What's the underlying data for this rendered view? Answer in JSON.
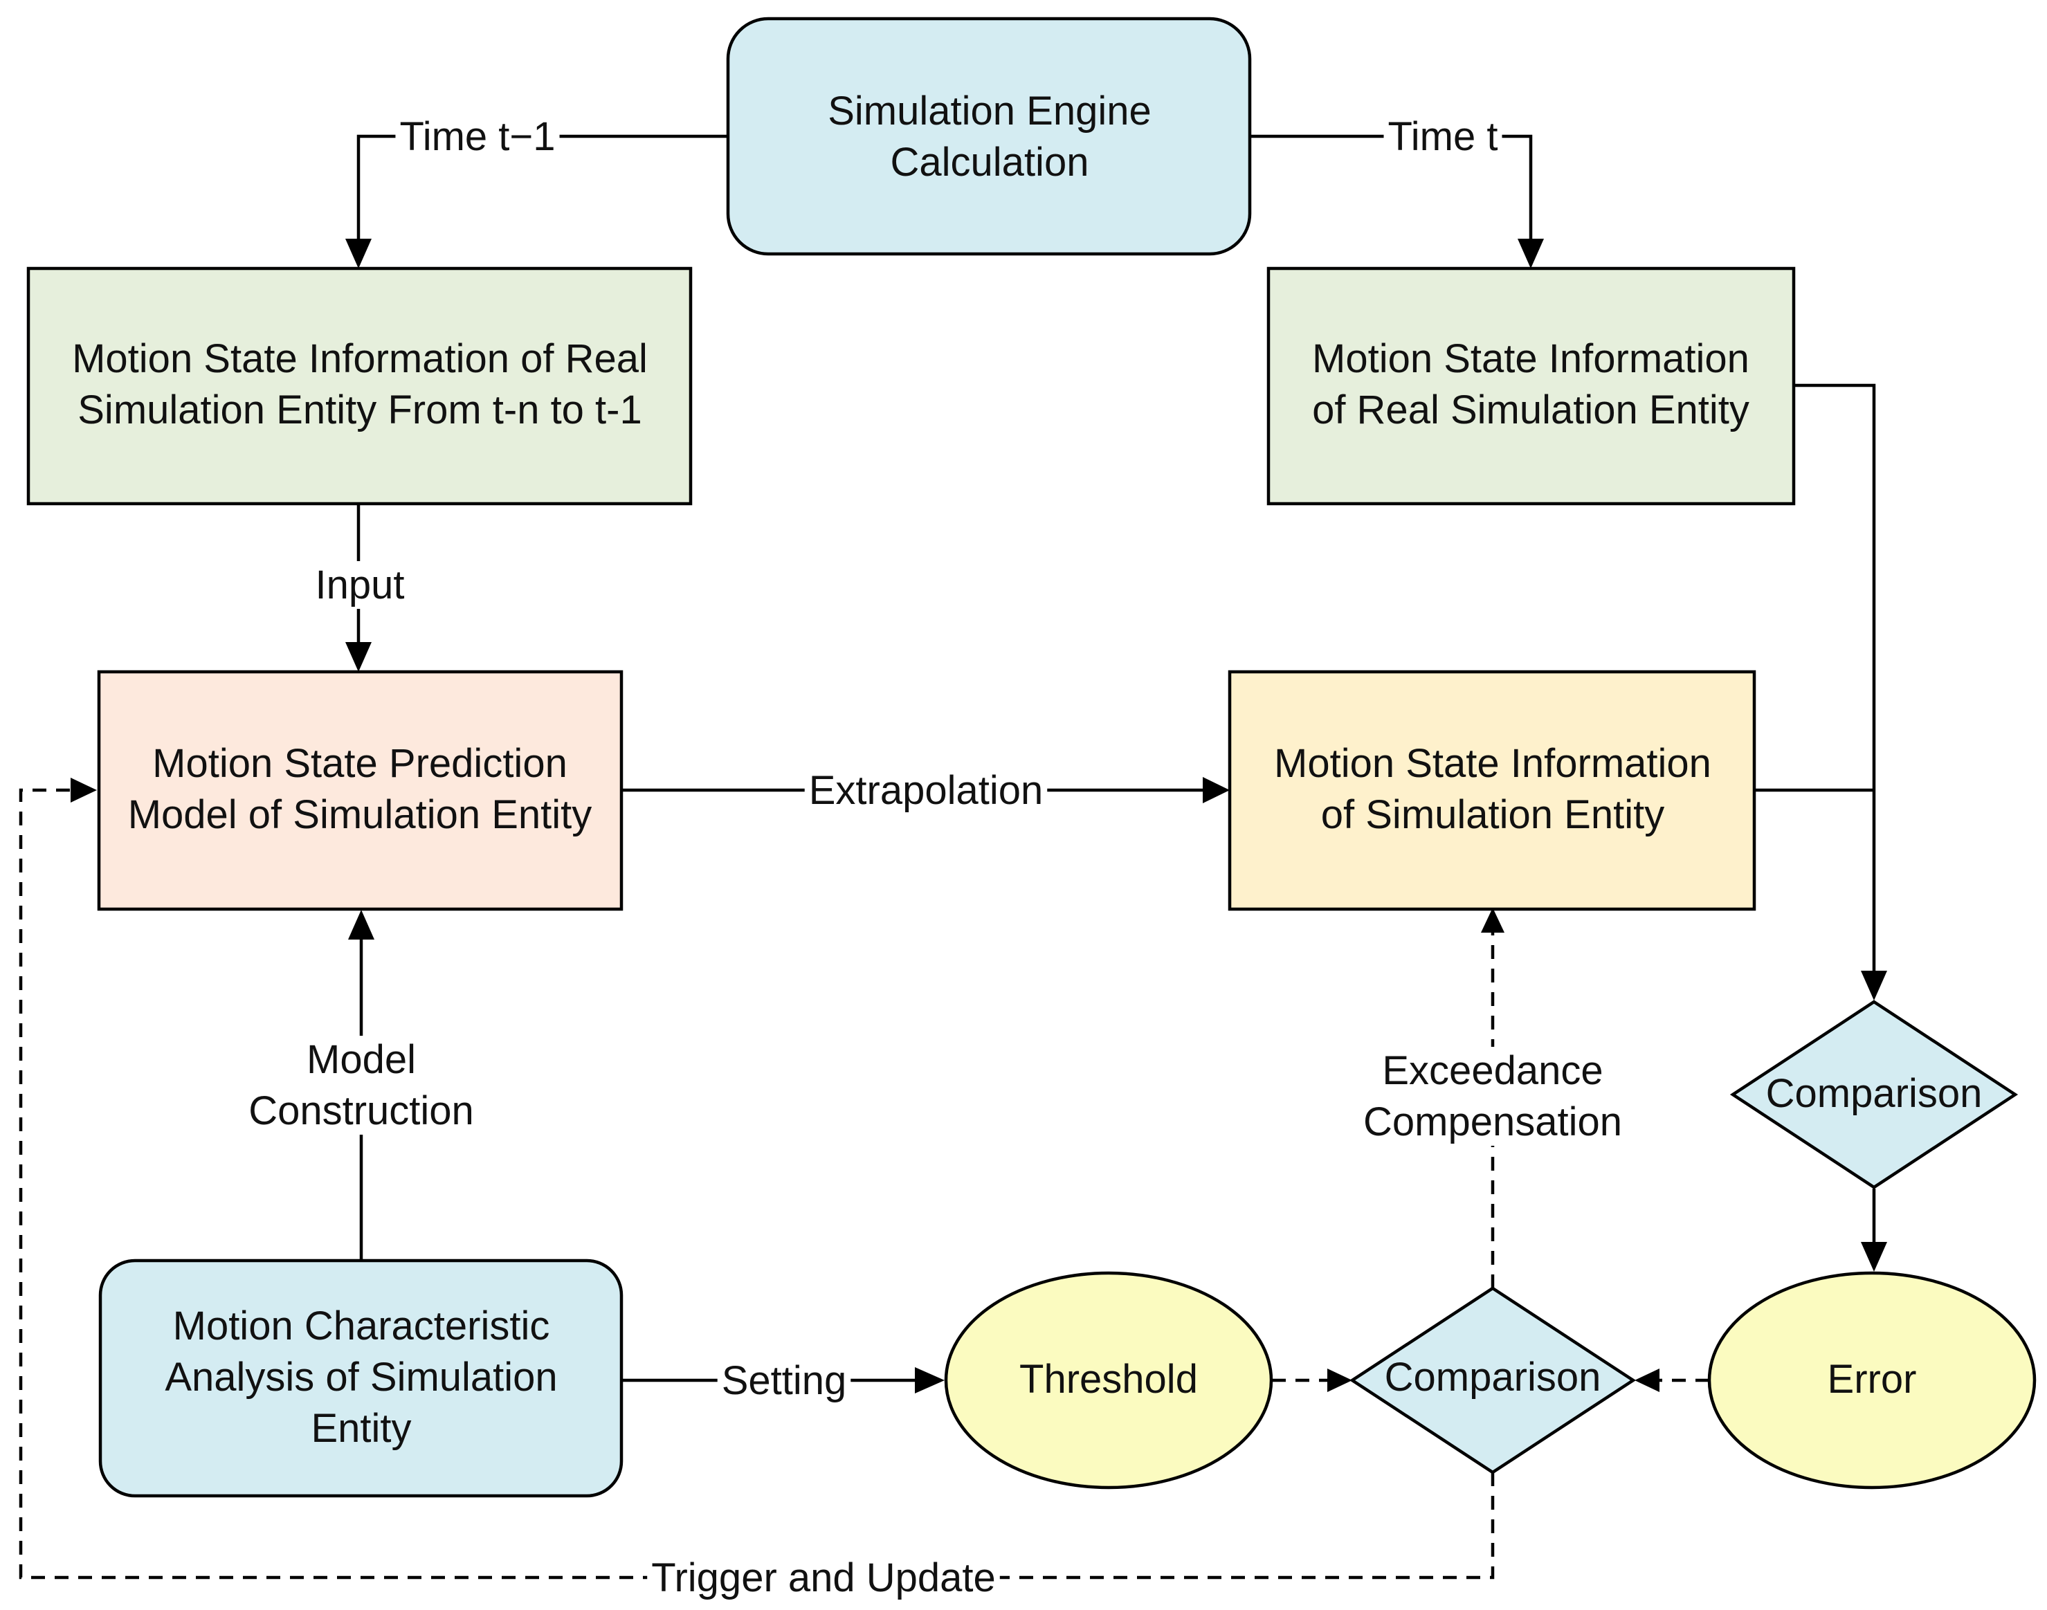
{
  "colors": {
    "blue_fill": "#d4ecf2",
    "green_fill": "#e6efdc",
    "peach_fill": "#fde9dd",
    "orange_fill": "#fef1cc",
    "yellow_fill": "#fbfbc0",
    "stroke": "#000000"
  },
  "nodes": {
    "engine": {
      "lines": [
        "Simulation Engine",
        "Calculation"
      ]
    },
    "real_history": {
      "lines": [
        "Motion State Information of Real",
        "Simulation Entity From t-n to t-1"
      ]
    },
    "real_current": {
      "lines": [
        "Motion State Information",
        "of Real Simulation Entity"
      ]
    },
    "prediction_model": {
      "lines": [
        "Motion State Prediction",
        "Model of Simulation Entity"
      ]
    },
    "entity_state": {
      "lines": [
        "Motion State Information",
        "of Simulation Entity"
      ]
    },
    "comparison_right": {
      "lines": [
        "Comparison"
      ]
    },
    "characteristic": {
      "lines": [
        "Motion Characteristic",
        "Analysis of Simulation",
        "Entity"
      ]
    },
    "threshold": {
      "lines": [
        "Threshold"
      ]
    },
    "comparison_bottom": {
      "lines": [
        "Comparison"
      ]
    },
    "error": {
      "lines": [
        "Error"
      ]
    }
  },
  "edges": {
    "time_prev": "Time t−1",
    "time_curr": "Time t",
    "input": "Input",
    "extrapolation": "Extrapolation",
    "model_construction": [
      "Model",
      "Construction"
    ],
    "exceedance": [
      "Exceedance",
      "Compensation"
    ],
    "setting": "Setting",
    "trigger_update": "Trigger and Update"
  }
}
